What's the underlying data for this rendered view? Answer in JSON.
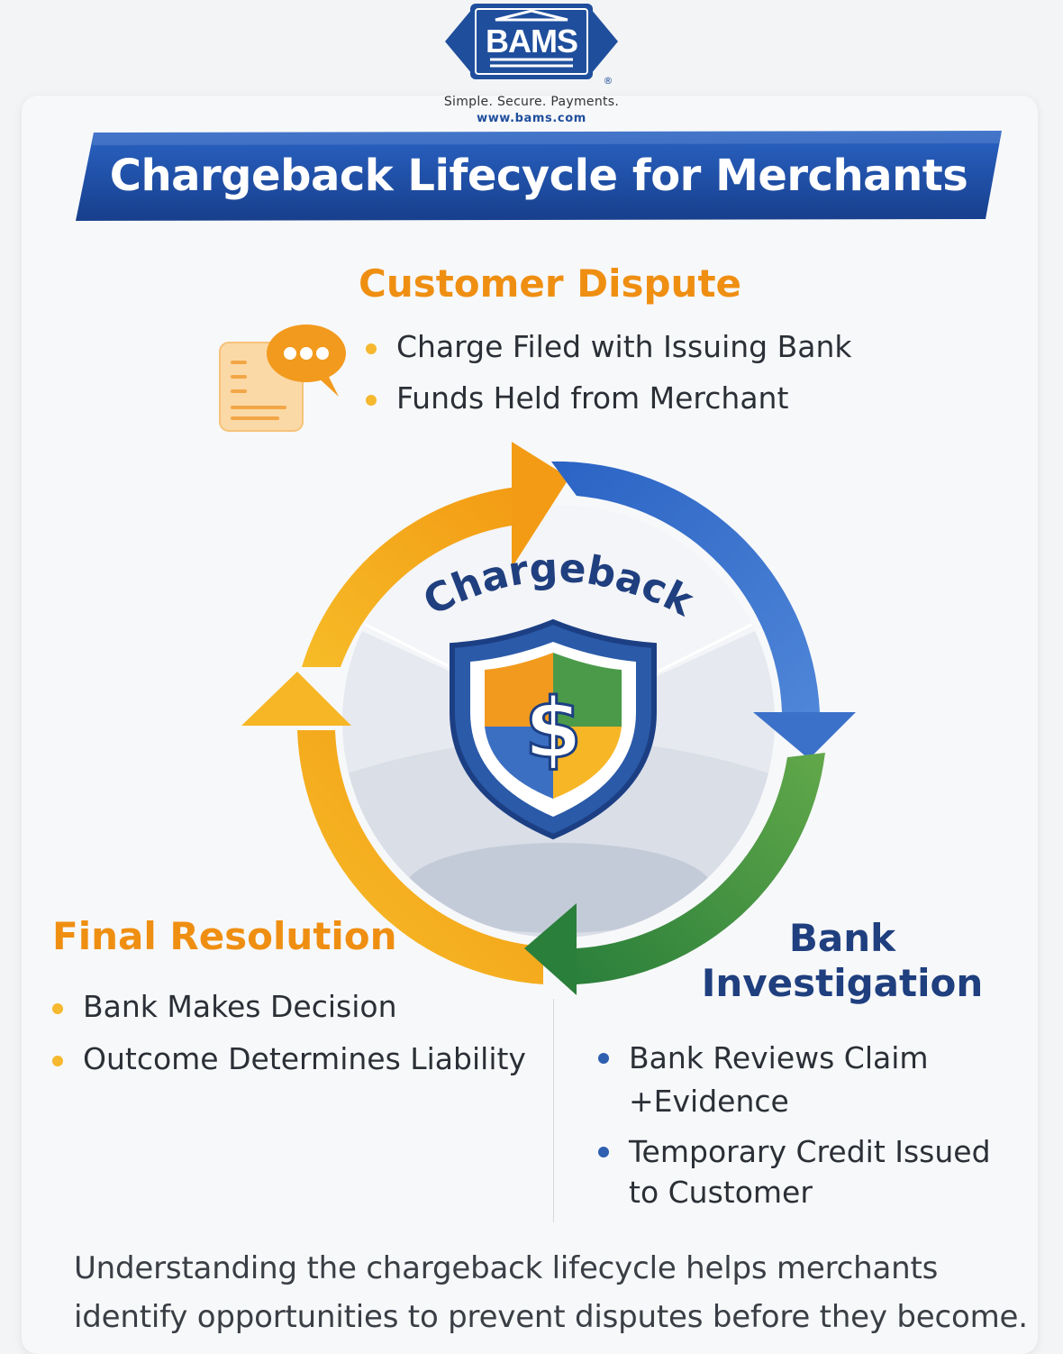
{
  "brand": {
    "logo_text": "BAMS",
    "registered": "®",
    "tagline": "Simple. Secure. Payments.",
    "website": "www.bams.com"
  },
  "title": "Chargeback Lifecycle for Merchants",
  "cycle": {
    "center_label": "Chargeback",
    "center_symbol": "$"
  },
  "stages": {
    "customer_dispute": {
      "heading": "Customer Dispute",
      "bullets": [
        "Charge Filed with Issuing Bank",
        "Funds Held from Merchant"
      ]
    },
    "bank_investigation": {
      "heading_line1": "Bank",
      "heading_line2": "Investigation",
      "bullets": [
        {
          "line1": "Bank Reviews Claim",
          "line2": "+Evidence"
        },
        {
          "line1": "Temporary Credit Issued",
          "line2": "to Customer"
        }
      ]
    },
    "final_resolution": {
      "heading": "Final Resolution",
      "bullets": [
        "Bank Makes Decision",
        "Outcome Determines Liability"
      ]
    }
  },
  "footer": {
    "line1": "Understanding the chargeback lifecycle helps merchants",
    "line2": "identify opportunities to prevent disputes before they become."
  },
  "colors": {
    "brand_blue": "#1f4e9c",
    "orange": "#ef8f12",
    "yellow": "#f5b82e",
    "cycle_blue": "#2f66c0",
    "cycle_green": "#3b8a3e",
    "navy": "#1f3f7f"
  },
  "icons": {
    "dispute": "chat-document-icon",
    "center": "shield-dollar-icon"
  }
}
